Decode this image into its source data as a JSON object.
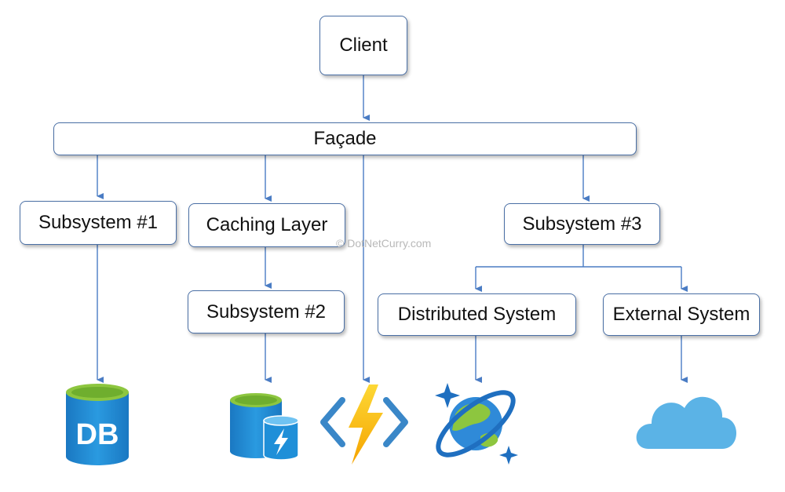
{
  "nodes": {
    "client": "Client",
    "facade": "Façade",
    "subsystem1": "Subsystem #1",
    "caching_layer": "Caching Layer",
    "subsystem2": "Subsystem #2",
    "subsystem3": "Subsystem #3",
    "distributed_system": "Distributed System",
    "external_system": "External System"
  },
  "icons": {
    "subsystem1_target": "database-icon",
    "db_label": "DB",
    "subsystem2_target": "cache-database-icon",
    "facade_target": "azure-functions-icon",
    "distributed_target": "cosmos-db-icon",
    "external_target": "cloud-icon"
  },
  "watermark": "© DotNetCurry.com",
  "colors": {
    "border": "#4a6fa5",
    "connector": "#4a7cc4",
    "db_blue": "#1f8fd8",
    "db_top_green": "#8dc63f",
    "lightning": "#fcc21b",
    "cloud": "#5bb3e6"
  }
}
